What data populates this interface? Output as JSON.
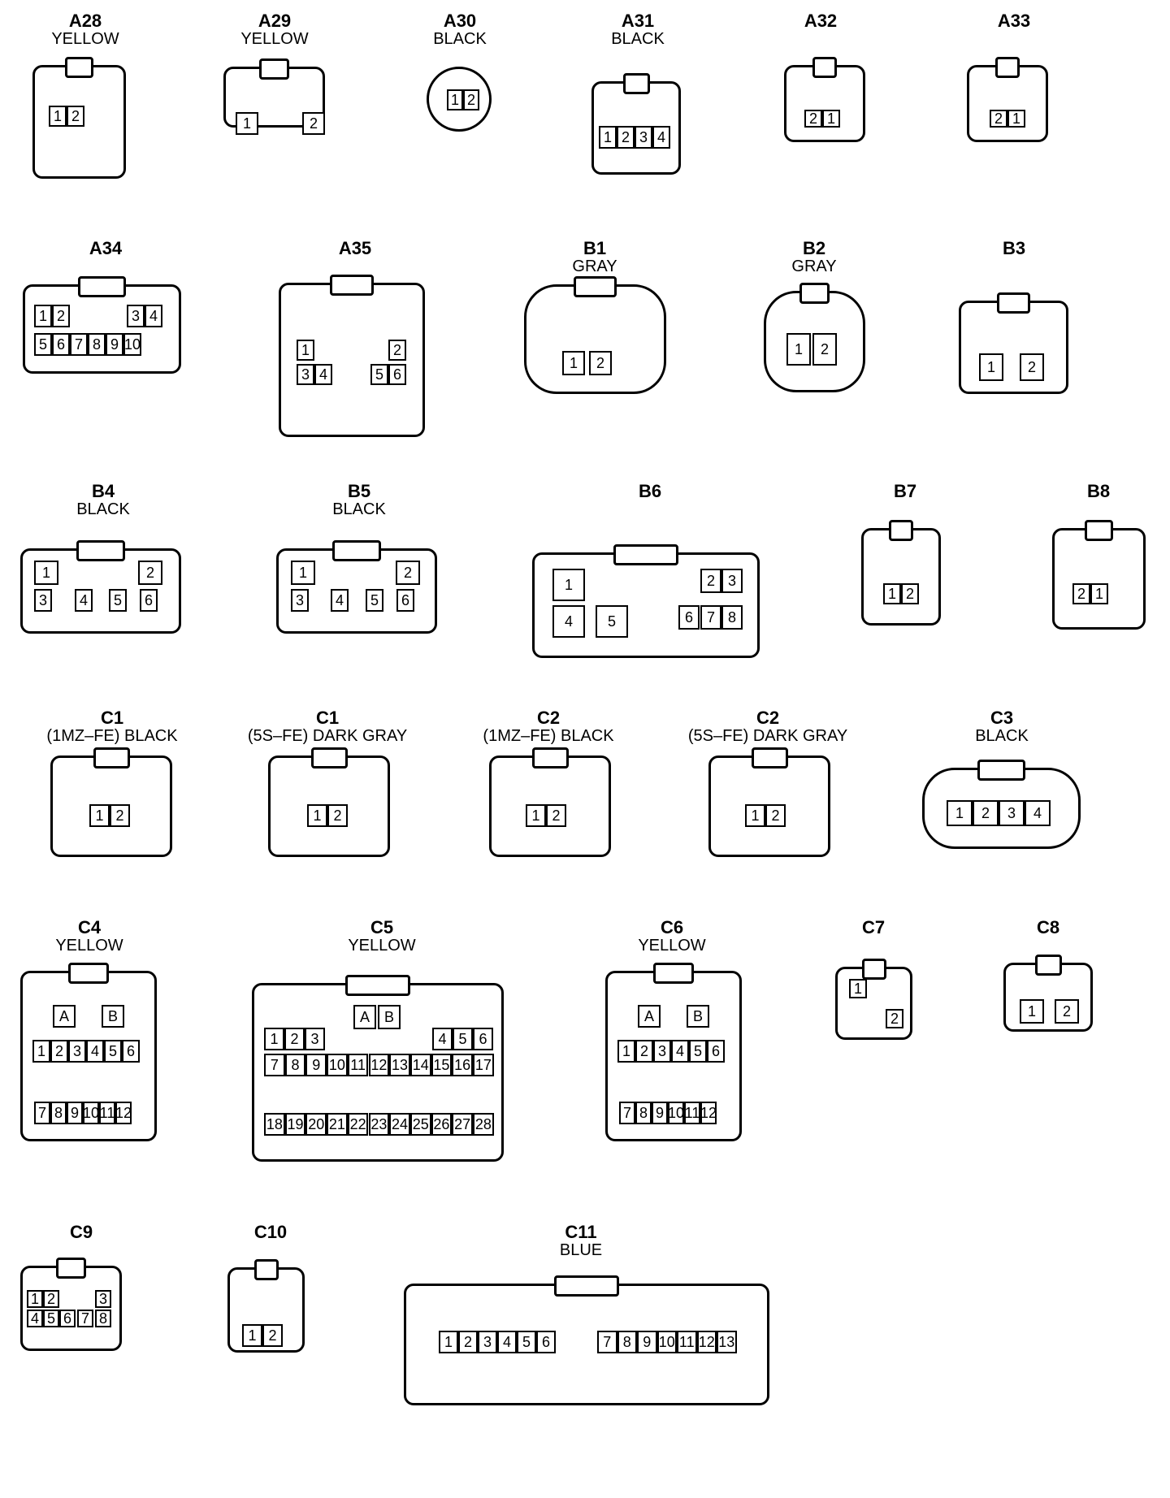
{
  "connectors": [
    {
      "id": "a28",
      "code": "A28",
      "color": "YELLOW",
      "pins": [
        "1",
        "2"
      ]
    },
    {
      "id": "a29",
      "code": "A29",
      "color": "YELLOW",
      "pins": [
        "1",
        "2"
      ]
    },
    {
      "id": "a30",
      "code": "A30",
      "color": "BLACK",
      "pins": [
        "1",
        "2"
      ]
    },
    {
      "id": "a31",
      "code": "A31",
      "color": "BLACK",
      "pins": [
        "1",
        "2",
        "3",
        "4"
      ]
    },
    {
      "id": "a32",
      "code": "A32",
      "color": "",
      "pins": [
        "2",
        "1"
      ]
    },
    {
      "id": "a33",
      "code": "A33",
      "color": "",
      "pins": [
        "2",
        "1"
      ]
    },
    {
      "id": "a34",
      "code": "A34",
      "color": "",
      "pins": [
        "1",
        "2",
        "3",
        "4",
        "5",
        "6",
        "7",
        "8",
        "9",
        "10"
      ]
    },
    {
      "id": "a35",
      "code": "A35",
      "color": "",
      "pins": [
        "1",
        "2",
        "3",
        "4",
        "5",
        "6"
      ]
    },
    {
      "id": "b1",
      "code": "B1",
      "color": "GRAY",
      "pins": [
        "1",
        "2"
      ]
    },
    {
      "id": "b2",
      "code": "B2",
      "color": "GRAY",
      "pins": [
        "1",
        "2"
      ]
    },
    {
      "id": "b3",
      "code": "B3",
      "color": "",
      "pins": [
        "1",
        "2"
      ]
    },
    {
      "id": "b4",
      "code": "B4",
      "color": "BLACK",
      "pins": [
        "1",
        "2",
        "3",
        "4",
        "5",
        "6"
      ]
    },
    {
      "id": "b5",
      "code": "B5",
      "color": "BLACK",
      "pins": [
        "1",
        "2",
        "3",
        "4",
        "5",
        "6"
      ]
    },
    {
      "id": "b6",
      "code": "B6",
      "color": "",
      "pins": [
        "1",
        "2",
        "3",
        "4",
        "5",
        "6",
        "7",
        "8"
      ]
    },
    {
      "id": "b7",
      "code": "B7",
      "color": "",
      "pins": [
        "1",
        "2"
      ]
    },
    {
      "id": "b8",
      "code": "B8",
      "color": "",
      "pins": [
        "2",
        "1"
      ]
    },
    {
      "id": "c1a",
      "code": "C1",
      "color": "(1MZ–FE)  BLACK",
      "pins": [
        "1",
        "2"
      ]
    },
    {
      "id": "c1b",
      "code": "C1",
      "color": "(5S–FE)  DARK GRAY",
      "pins": [
        "1",
        "2"
      ]
    },
    {
      "id": "c2a",
      "code": "C2",
      "color": "(1MZ–FE)  BLACK",
      "pins": [
        "1",
        "2"
      ]
    },
    {
      "id": "c2b",
      "code": "C2",
      "color": "(5S–FE)  DARK GRAY",
      "pins": [
        "1",
        "2"
      ]
    },
    {
      "id": "c3",
      "code": "C3",
      "color": "BLACK",
      "pins": [
        "1",
        "2",
        "3",
        "4"
      ]
    },
    {
      "id": "c4",
      "code": "C4",
      "color": "YELLOW",
      "pins": [
        "A",
        "B",
        "1",
        "2",
        "3",
        "4",
        "5",
        "6",
        "7",
        "8",
        "9",
        "10",
        "11",
        "12"
      ]
    },
    {
      "id": "c5",
      "code": "C5",
      "color": "YELLOW",
      "pins": [
        "A",
        "B",
        "1",
        "2",
        "3",
        "4",
        "5",
        "6",
        "7",
        "8",
        "9",
        "10",
        "11",
        "12",
        "13",
        "14",
        "15",
        "16",
        "17",
        "18",
        "19",
        "20",
        "21",
        "22",
        "23",
        "24",
        "25",
        "26",
        "27",
        "28"
      ]
    },
    {
      "id": "c6",
      "code": "C6",
      "color": "YELLOW",
      "pins": [
        "A",
        "B",
        "1",
        "2",
        "3",
        "4",
        "5",
        "6",
        "7",
        "8",
        "9",
        "10",
        "11",
        "12"
      ]
    },
    {
      "id": "c7",
      "code": "C7",
      "color": "",
      "pins": [
        "1",
        "2"
      ]
    },
    {
      "id": "c8",
      "code": "C8",
      "color": "",
      "pins": [
        "1",
        "2"
      ]
    },
    {
      "id": "c9",
      "code": "C9",
      "color": "",
      "pins": [
        "1",
        "2",
        "3",
        "4",
        "5",
        "6",
        "7",
        "8"
      ]
    },
    {
      "id": "c10",
      "code": "C10",
      "color": "",
      "pins": [
        "1",
        "2"
      ]
    },
    {
      "id": "c11",
      "code": "C11",
      "color": "BLUE",
      "pins": [
        "1",
        "2",
        "3",
        "4",
        "5",
        "6",
        "7",
        "8",
        "9",
        "10",
        "11",
        "12",
        "13"
      ]
    }
  ]
}
